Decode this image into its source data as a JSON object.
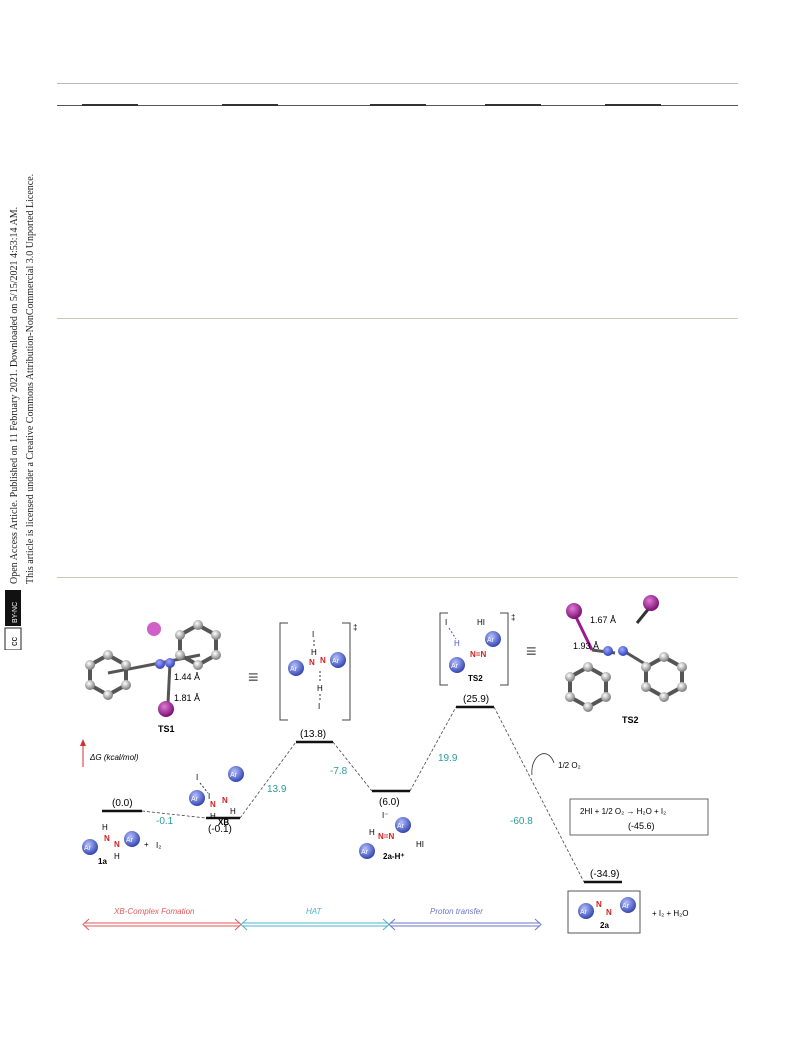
{
  "side_note": {
    "line1": "Open Access Article. Published on 11 February 2021. Downloaded on 5/15/2021 4:53:14 AM.",
    "line2": "This article is licensed under a Creative Commons Attribution-NonCommercial 3.0 Unported Licence.",
    "badge_cc": "cc",
    "badge_text": "BY-NC"
  },
  "diagram": {
    "axis_label": "ΔG (kcal/mol)",
    "states": [
      {
        "id": "1a",
        "energy": "(0.0)",
        "label": "1a"
      },
      {
        "id": "XB",
        "energy": "(-0.1)",
        "label": "XB"
      },
      {
        "id": "TS1",
        "energy": "(13.8)",
        "label": "TS1"
      },
      {
        "id": "2aH",
        "energy": "(6.0)",
        "label": "2a-H⁺"
      },
      {
        "id": "TS2",
        "energy": "(25.9)",
        "label": "TS2"
      },
      {
        "id": "2a",
        "energy": "(-34.9)",
        "label": "2a"
      }
    ],
    "deltas": [
      "-0.1",
      "13.9",
      "-7.8",
      "19.9",
      "-60.8"
    ],
    "bond_ts1_a": "1.44 Å",
    "bond_ts1_b": "1.81 Å",
    "bond_ts2_a": "1.67 Å",
    "bond_ts2_b": "1.93 Å",
    "ts1_3d_label": "TS1",
    "ts2_3d_label": "TS2",
    "dagger": "‡",
    "equiv": "≡",
    "ar": "Ar",
    "h": "H",
    "i": "I",
    "i_minus": "I⁻",
    "hi": "HI",
    "i2": "I₂",
    "plus": "+",
    "o2_half": "1/2 O₂",
    "product_tail": "+  I₂  +  H₂O",
    "box_eq": "2HI + 1/2 O₂ → H₂O + I₂",
    "box_energy": "(-45.6)",
    "phases": [
      "XB-Complex Fomation",
      "HAT",
      "Proton transfer"
    ],
    "colors": {
      "delta": "#2a9d9a",
      "phase1": "#e05a5a",
      "phase2": "#4fb3c8",
      "phase3": "#6a76c8",
      "ar_ball": "#4a5bc4",
      "iodine": "#9b1b8f",
      "n_red": "#d42020"
    }
  }
}
